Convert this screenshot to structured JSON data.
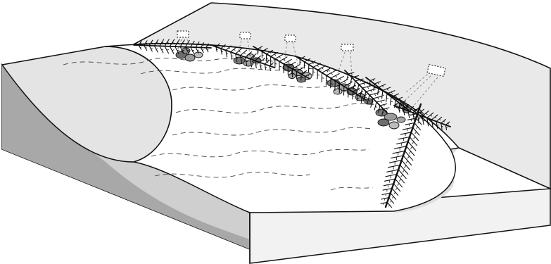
{
  "colors": {
    "background": "#ffffff",
    "upper_surface": "#e9e9e9",
    "side_face_left": "#cfcfcf",
    "side_face_shadow": "#a3a3a3",
    "front_face": "#f1f1f1",
    "inner_wall": "#dedede",
    "basin_floor": "#ffffff",
    "outline": "#111111",
    "branches": "#111111",
    "blocks_dark": "#6e6e6e",
    "blocks_mid": "#9a9a9a",
    "blocks_light": "#bdbdbd",
    "leader_lines": "#8a8a8a"
  },
  "icons": {
    "dendritic_branch": "fir-branch-icon",
    "boulder_cluster": "boulder-icon",
    "small_block": "dashed-block-icon"
  },
  "diagram": {
    "branch_count": 8,
    "boulder_cluster_count": 7,
    "dashed_block_count": 5
  }
}
